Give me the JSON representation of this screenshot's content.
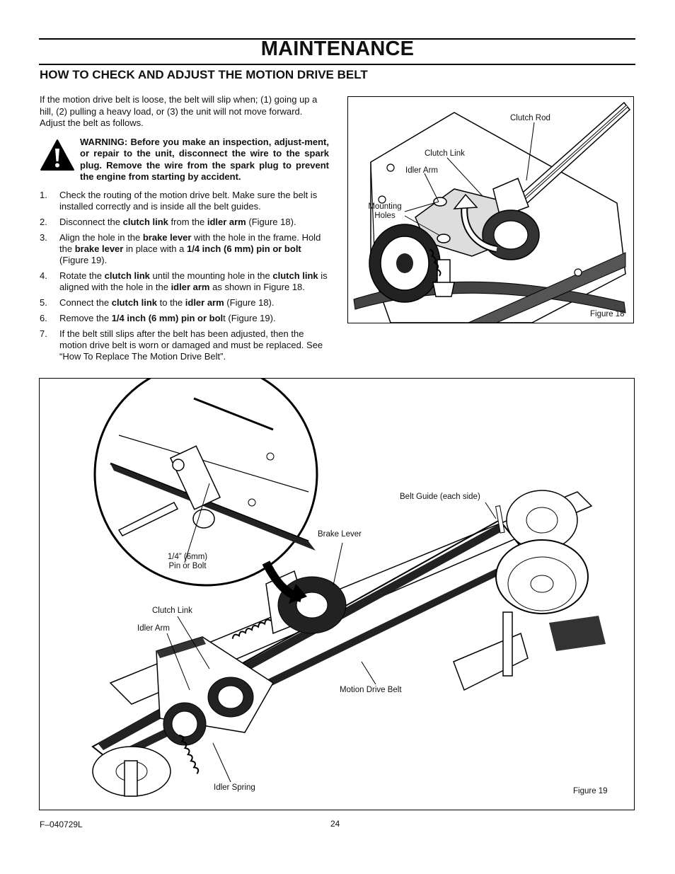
{
  "header": {
    "title": "MAINTENANCE",
    "section_heading": "HOW TO CHECK AND ADJUST THE MOTION DRIVE BELT"
  },
  "intro": "If the motion drive belt is loose, the belt will slip when; (1) going up a hill, (2) pulling a heavy load, or (3) the unit will not move forward. Adjust the belt as follows.",
  "warning": {
    "icon": "warning-triangle-icon",
    "text": "WARNING: Before you make an inspection, adjust-ment, or repair to the unit, disconnect the wire to the spark plug. Remove the wire from the spark plug to prevent the engine from starting by accident."
  },
  "steps": [
    {
      "num": "1.",
      "a": "Check the routing of the motion drive belt. Make sure the belt is installed correctly and is inside all the belt guides."
    },
    {
      "num": "2.",
      "a": "Disconnect the ",
      "b": "clutch link",
      "c": " from the ",
      "d": "idler arm",
      "e": " (Figure 18)."
    },
    {
      "num": "3.",
      "a": "Align the hole in the ",
      "b": "brake lever",
      "c": " with the hole in the frame. Hold the ",
      "d": "brake lever",
      "e": " in place with a ",
      "f": "1/4 inch (6 mm) pin or bolt",
      "g": " (Figure 19)."
    },
    {
      "num": "4.",
      "a": "Rotate the ",
      "b": "clutch link",
      "c": " until the mounting hole in the ",
      "d": "clutch link",
      "e": " is aligned with the hole in the ",
      "f": "idler arm",
      "g": " as shown in Figure 18."
    },
    {
      "num": "5.",
      "a": "Connect the ",
      "b": "clutch link",
      "c": " to the ",
      "d": "idler arm",
      "e": " (Figure 18)."
    },
    {
      "num": "6.",
      "a": "Remove the ",
      "b": "1/4 inch (6 mm) pin or bol",
      "c": "t (Figure 19)."
    },
    {
      "num": "7.",
      "a": "If the belt still slips after the belt has been adjusted, then the motion drive belt is worn or damaged and must be replaced. See “How To Replace The Motion Drive Belt”."
    }
  ],
  "figure18": {
    "caption": "Figure 18",
    "labels": {
      "clutch_rod": "Clutch Rod",
      "clutch_link": "Clutch Link",
      "idler_arm": "Idler Arm",
      "mounting_holes_1": "Mounting",
      "mounting_holes_2": "Holes"
    }
  },
  "figure19": {
    "caption": "Figure 19",
    "labels": {
      "belt_guide": "Belt Guide (each side)",
      "brake_lever": "Brake Lever",
      "pin_bolt_1": "1/4” (6mm)",
      "pin_bolt_2": "Pin or Bolt",
      "clutch_link": "Clutch Link",
      "idler_arm": "Idler Arm",
      "motion_drive_belt": "Motion Drive Belt",
      "idler_spring": "Idler Spring"
    }
  },
  "footer": {
    "code": "F–040729L",
    "page_number": "24"
  }
}
